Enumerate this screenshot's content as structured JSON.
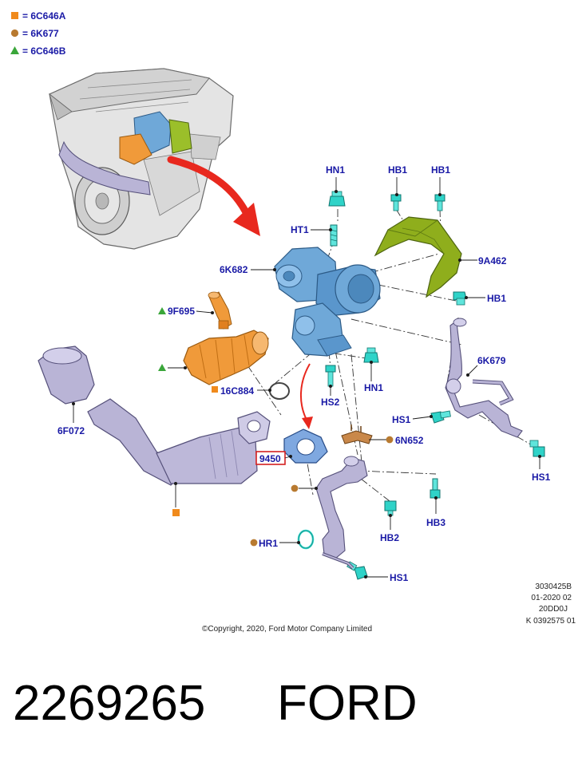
{
  "legend": [
    {
      "marker": "square",
      "color": "#f08a1c",
      "text": "= 6C646A"
    },
    {
      "marker": "circle",
      "color": "#b87a30",
      "text": "= 6K677"
    },
    {
      "marker": "triangle",
      "color": "#3aa63a",
      "text": "= 6C646B"
    }
  ],
  "labels": {
    "hn1_top": "HN1",
    "hb1_a": "HB1",
    "hb1_b": "HB1",
    "ht1": "HT1",
    "k6682": "6K682",
    "a9462": "9A462",
    "hb1_right": "HB1",
    "f9695": "9F695",
    "k6679": "6K679",
    "c16884": "16C884",
    "hs2": "HS2",
    "hn1_mid": "HN1",
    "f6072": "6F072",
    "hs1_mid": "HS1",
    "hs1_right": "HS1",
    "n6652": "6N652",
    "p9450": "9450",
    "hb3": "HB3",
    "hb2": "HB2",
    "hr1": "HR1",
    "hs1_bottom": "HS1"
  },
  "footer": {
    "copyright": "©Copyright, 2020, Ford Motor Company Limited",
    "code_lines": [
      "3030425B",
      "01-2020 02",
      "20DD0J",
      "K 0392575 01"
    ]
  },
  "caption": {
    "part_number": "2269265",
    "brand": "FORD"
  },
  "colors": {
    "label": "#1a1aa6",
    "turbo": "#6fa8d8",
    "shield": "#8fae1c",
    "intake": "#f09a3a",
    "exhaust": "#b9b4d6",
    "fastener": "#2fd3c8",
    "arrow": "#e8281e",
    "highlight_box": "#d42020"
  }
}
